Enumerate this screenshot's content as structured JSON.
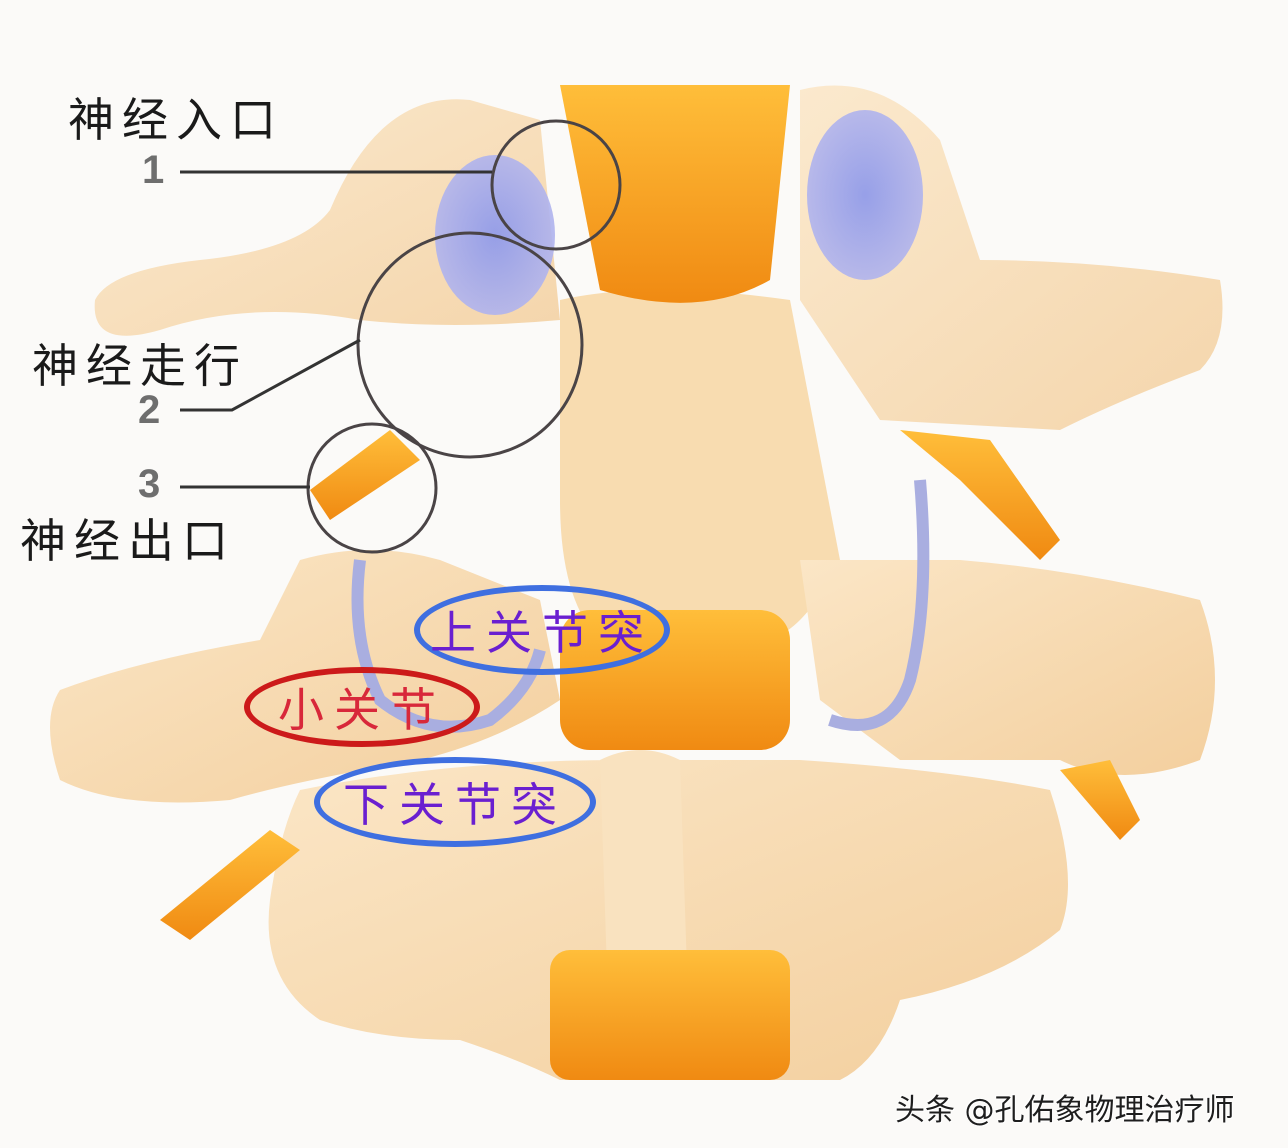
{
  "diagram": {
    "subject": "lumbar spine posterior view with nerve root and facet joint annotations",
    "nerve_labels": [
      {
        "number": "1",
        "text": "神经入口"
      },
      {
        "number": "2",
        "text": "神经走行"
      },
      {
        "number": "3",
        "text": "神经出口"
      }
    ],
    "facet_labels": {
      "superior_process": "上关节突",
      "facet_joint": "小关节",
      "inferior_process": "下关节突"
    },
    "colors": {
      "bone": "#f6d9b0",
      "bone_light": "#fbe8cc",
      "nerve": "#f5a623",
      "nerve_dark": "#ee8a10",
      "cartilage": "#9aa6ea",
      "circle_outline": "#4a4446",
      "blue_oval": "#3f6fe0",
      "red_oval": "#cc1a1a",
      "purple_text": "#6a1fd0",
      "red_text": "#d8283a"
    }
  },
  "watermark": "头条 @孔佑象物理治疗师"
}
